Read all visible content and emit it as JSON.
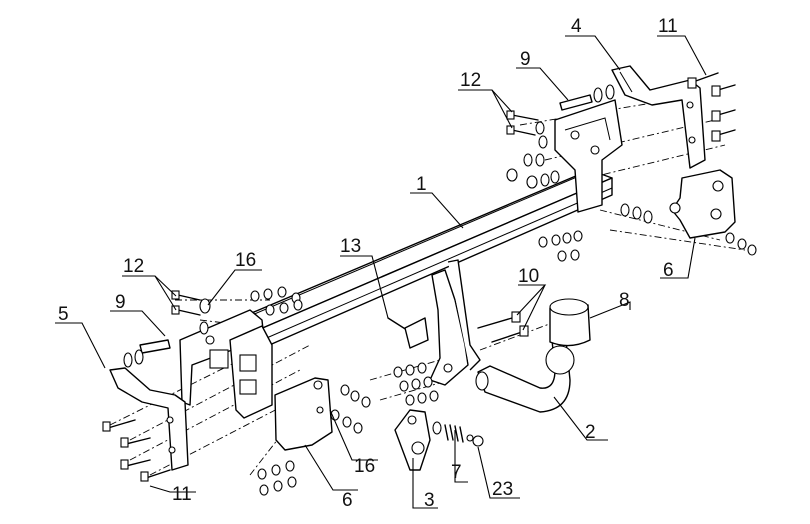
{
  "labels": {
    "l1": "1",
    "l2": "2",
    "l3": "3",
    "l4": "4",
    "l5": "5",
    "l6a": "6",
    "l6b": "6",
    "l7": "7",
    "l8": "8",
    "l9a": "9",
    "l9b": "9",
    "l10": "10",
    "l11a": "11",
    "l11b": "11",
    "l12a": "12",
    "l12b": "12",
    "l13": "13",
    "l16a": "16",
    "l16b": "16",
    "l23": "23"
  }
}
